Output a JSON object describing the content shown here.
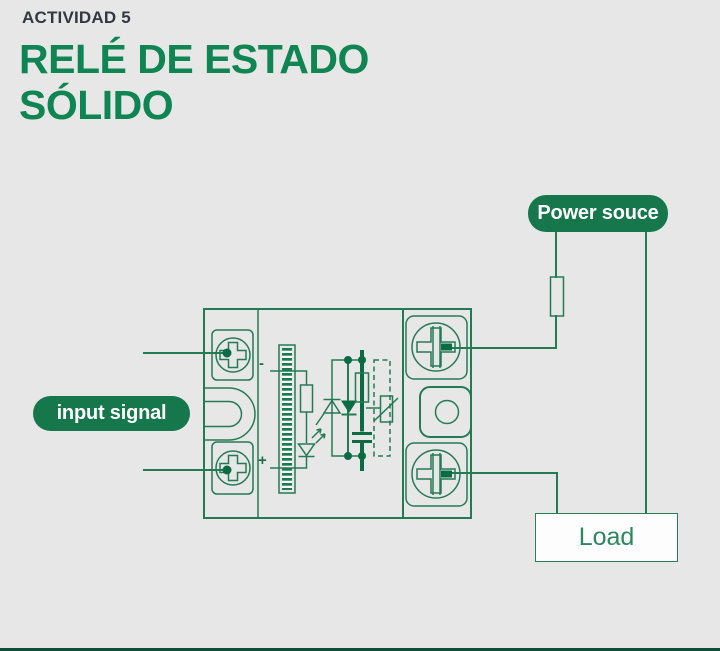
{
  "page": {
    "kicker": "ACTIVIDAD 5",
    "title_line1": "RELÉ DE ESTADO",
    "title_line2": "SÓLIDO"
  },
  "diagram": {
    "labels": {
      "input": "input signal",
      "power": "Power souce",
      "load": "Load",
      "polarity_minus": "-",
      "polarity_plus": "+"
    },
    "icons": [
      "screw-terminal-icon",
      "mounting-hole-icon",
      "fuse-icon",
      "resistor-icon",
      "led-icon",
      "triac-icon",
      "capacitor-icon",
      "varistor-icon",
      "barcode-label-icon"
    ]
  },
  "colors": {
    "background": "#e7e7e7",
    "kicker_text": "#343741",
    "title_green": "#0e8552",
    "pill_green": "#15774b",
    "line_green": "#257a56",
    "bold_green": "#0b6b44",
    "relay_body_fill": "#fdfdfd",
    "footer_bar": "#114e39"
  }
}
